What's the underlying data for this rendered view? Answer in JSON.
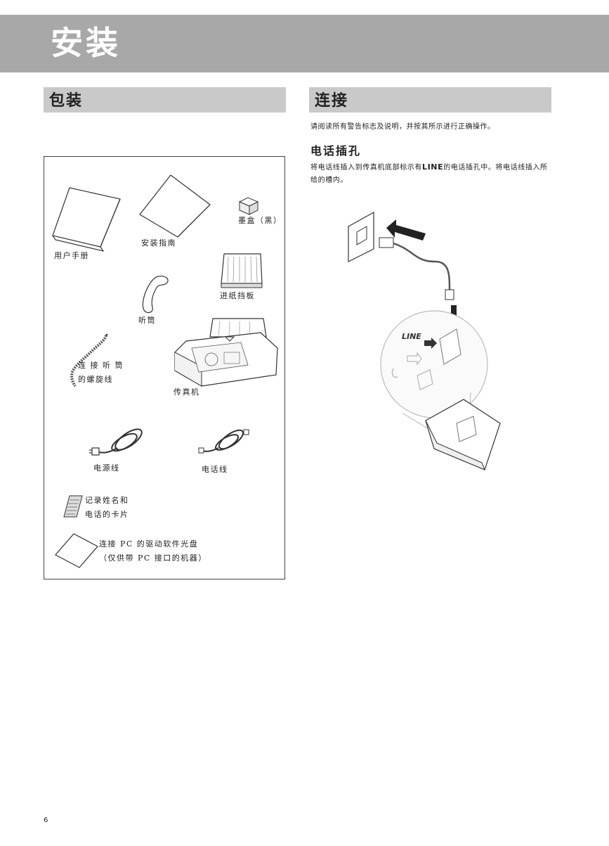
{
  "header": {
    "title": "安装"
  },
  "packaging": {
    "heading": "包装",
    "items": {
      "manual": "用户手册",
      "install_guide": "安装指南",
      "ink_cartridge": "墨盒（黑）",
      "handset": "听筒",
      "paper_support": "进纸挡板",
      "coiled_cord_line1": "连 接 听 筒",
      "coiled_cord_line2": "的螺旋线",
      "fax_machine": "传真机",
      "power_cord": "电源线",
      "phone_cord": "电话线",
      "name_card_line1": "记录姓名和",
      "name_card_line2": "电话的卡片",
      "cd_line1": "连接 PC 的驱动软件光盘",
      "cd_line2": "（仅供带 PC 接口的机器）"
    }
  },
  "connection": {
    "heading": "连接",
    "intro": "请阅读所有警告标志及说明，并按其所示进行正确操作。",
    "phone_jack": {
      "heading": "电话插孔",
      "text_before": "将电话线插入到传真机底部标示有",
      "line_label": "LINE",
      "text_after": "的电话插孔中。将电话线插入所给的槽内。",
      "figure_label": "LINE"
    }
  },
  "footer": {
    "page_number": "6"
  }
}
